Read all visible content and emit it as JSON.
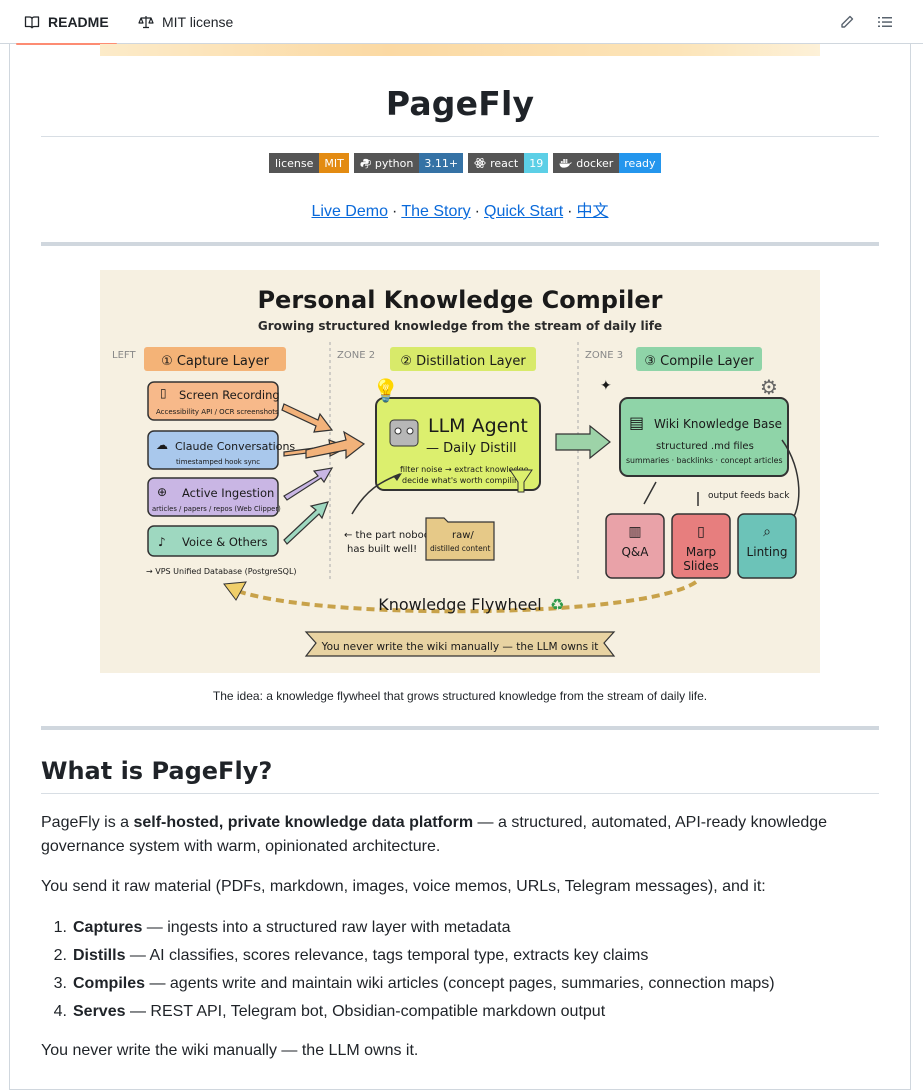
{
  "tabs": {
    "readme": "README",
    "license": "MIT license"
  },
  "title": "PageFly",
  "badges": [
    {
      "label": "license",
      "value": "MIT",
      "color": "#e38b12"
    },
    {
      "label": "python",
      "value": "3.11+",
      "color": "#3572a5"
    },
    {
      "label": "react",
      "value": "19",
      "color": "#5ccfe6"
    },
    {
      "label": "docker",
      "value": "ready",
      "color": "#2496ed"
    }
  ],
  "links": {
    "demo": "Live Demo",
    "story": "The Story",
    "quick": "Quick Start",
    "zh": "中文",
    "sep": "·"
  },
  "diagram": {
    "title": "Personal Knowledge Compiler",
    "subtitle": "Growing structured knowledge from the stream of daily life",
    "zone_left": "LEFT",
    "zone2": "ZONE 2",
    "zone3": "ZONE 3",
    "capture_layer": "① Capture Layer",
    "distill_layer": "② Distillation Layer",
    "compile_layer": "③ Compile Layer",
    "screen_recording": "Screen Recording",
    "screen_recording_sub": "Accessibility API / OCR screenshots",
    "claude_conv": "Claude Conversations",
    "claude_conv_sub": "timestamped hook sync",
    "active_ingest": "Active Ingestion",
    "active_ingest_sub": "articles / papers / repos (Web Clipper)",
    "voice": "Voice & Others",
    "vps": "→ VPS Unified Database (PostgreSQL)",
    "llm_agent": "LLM Agent",
    "daily_distill": "— Daily Distill",
    "filter_1": "filter noise → extract knowledge",
    "filter_2": "decide what's worth compiling",
    "nobody_1": "← the part nobody",
    "nobody_2": "has built well!",
    "raw": "raw/",
    "raw_sub": "distilled content",
    "wiki_kb": "Wiki Knowledge Base",
    "wiki_1": "structured .md files",
    "wiki_2": "summaries · backlinks · concept articles",
    "feeds_back": "output feeds back",
    "qa": "Q&A",
    "marp_1": "Marp",
    "marp_2": "Slides",
    "linting": "Linting",
    "flywheel": "Knowledge Flywheel",
    "banner": "You never write the wiki manually — the LLM owns it"
  },
  "caption": "The idea: a knowledge flywheel that grows structured knowledge from the stream of daily life.",
  "section_title": "What is PageFly?",
  "intro": {
    "pre": "PageFly is a ",
    "bold": "self-hosted, private knowledge data platform",
    "post": " — a structured, automated, API-ready knowledge governance system with warm, opinionated architecture."
  },
  "send_text": "You send it raw material (PDFs, markdown, images, voice memos, URLs, Telegram messages), and it:",
  "steps": [
    {
      "num": "1.",
      "bold": "Captures",
      "text": " — ingests into a structured raw layer with metadata"
    },
    {
      "num": "2.",
      "bold": "Distills",
      "text": " — AI classifies, scores relevance, tags temporal type, extracts key claims"
    },
    {
      "num": "3.",
      "bold": "Compiles",
      "text": " — agents write and maintain wiki articles (concept pages, summaries, connection maps)"
    },
    {
      "num": "4.",
      "bold": "Serves",
      "text": " — REST API, Telegram bot, Obsidian-compatible markdown output"
    }
  ],
  "closing": "You never write the wiki manually — the LLM owns it."
}
